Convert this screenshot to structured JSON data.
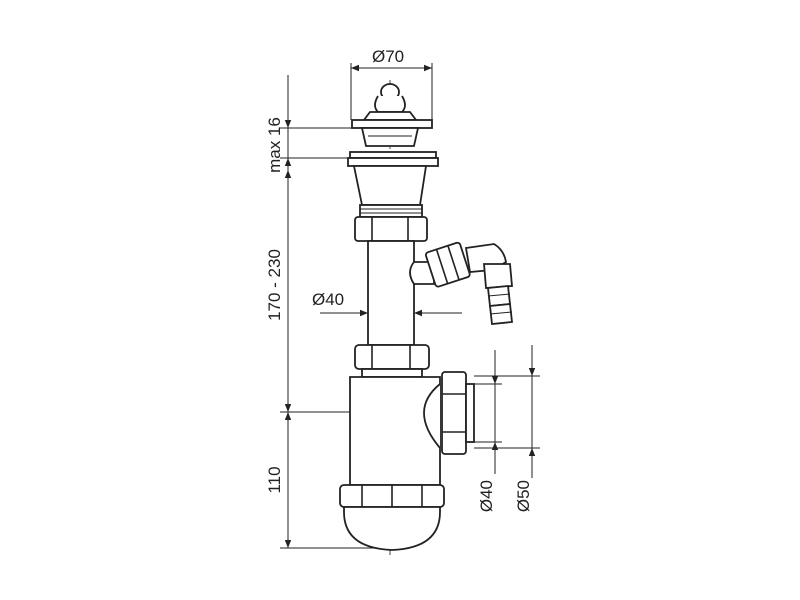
{
  "dimensions": {
    "top_diameter": "Ø70",
    "max_height": "max 16",
    "pipe_height_range": "170 - 230",
    "pipe_diameter": "Ø40",
    "trap_height": "110",
    "outlet_inner_diameter": "Ø40",
    "outlet_outer_diameter": "Ø50"
  }
}
